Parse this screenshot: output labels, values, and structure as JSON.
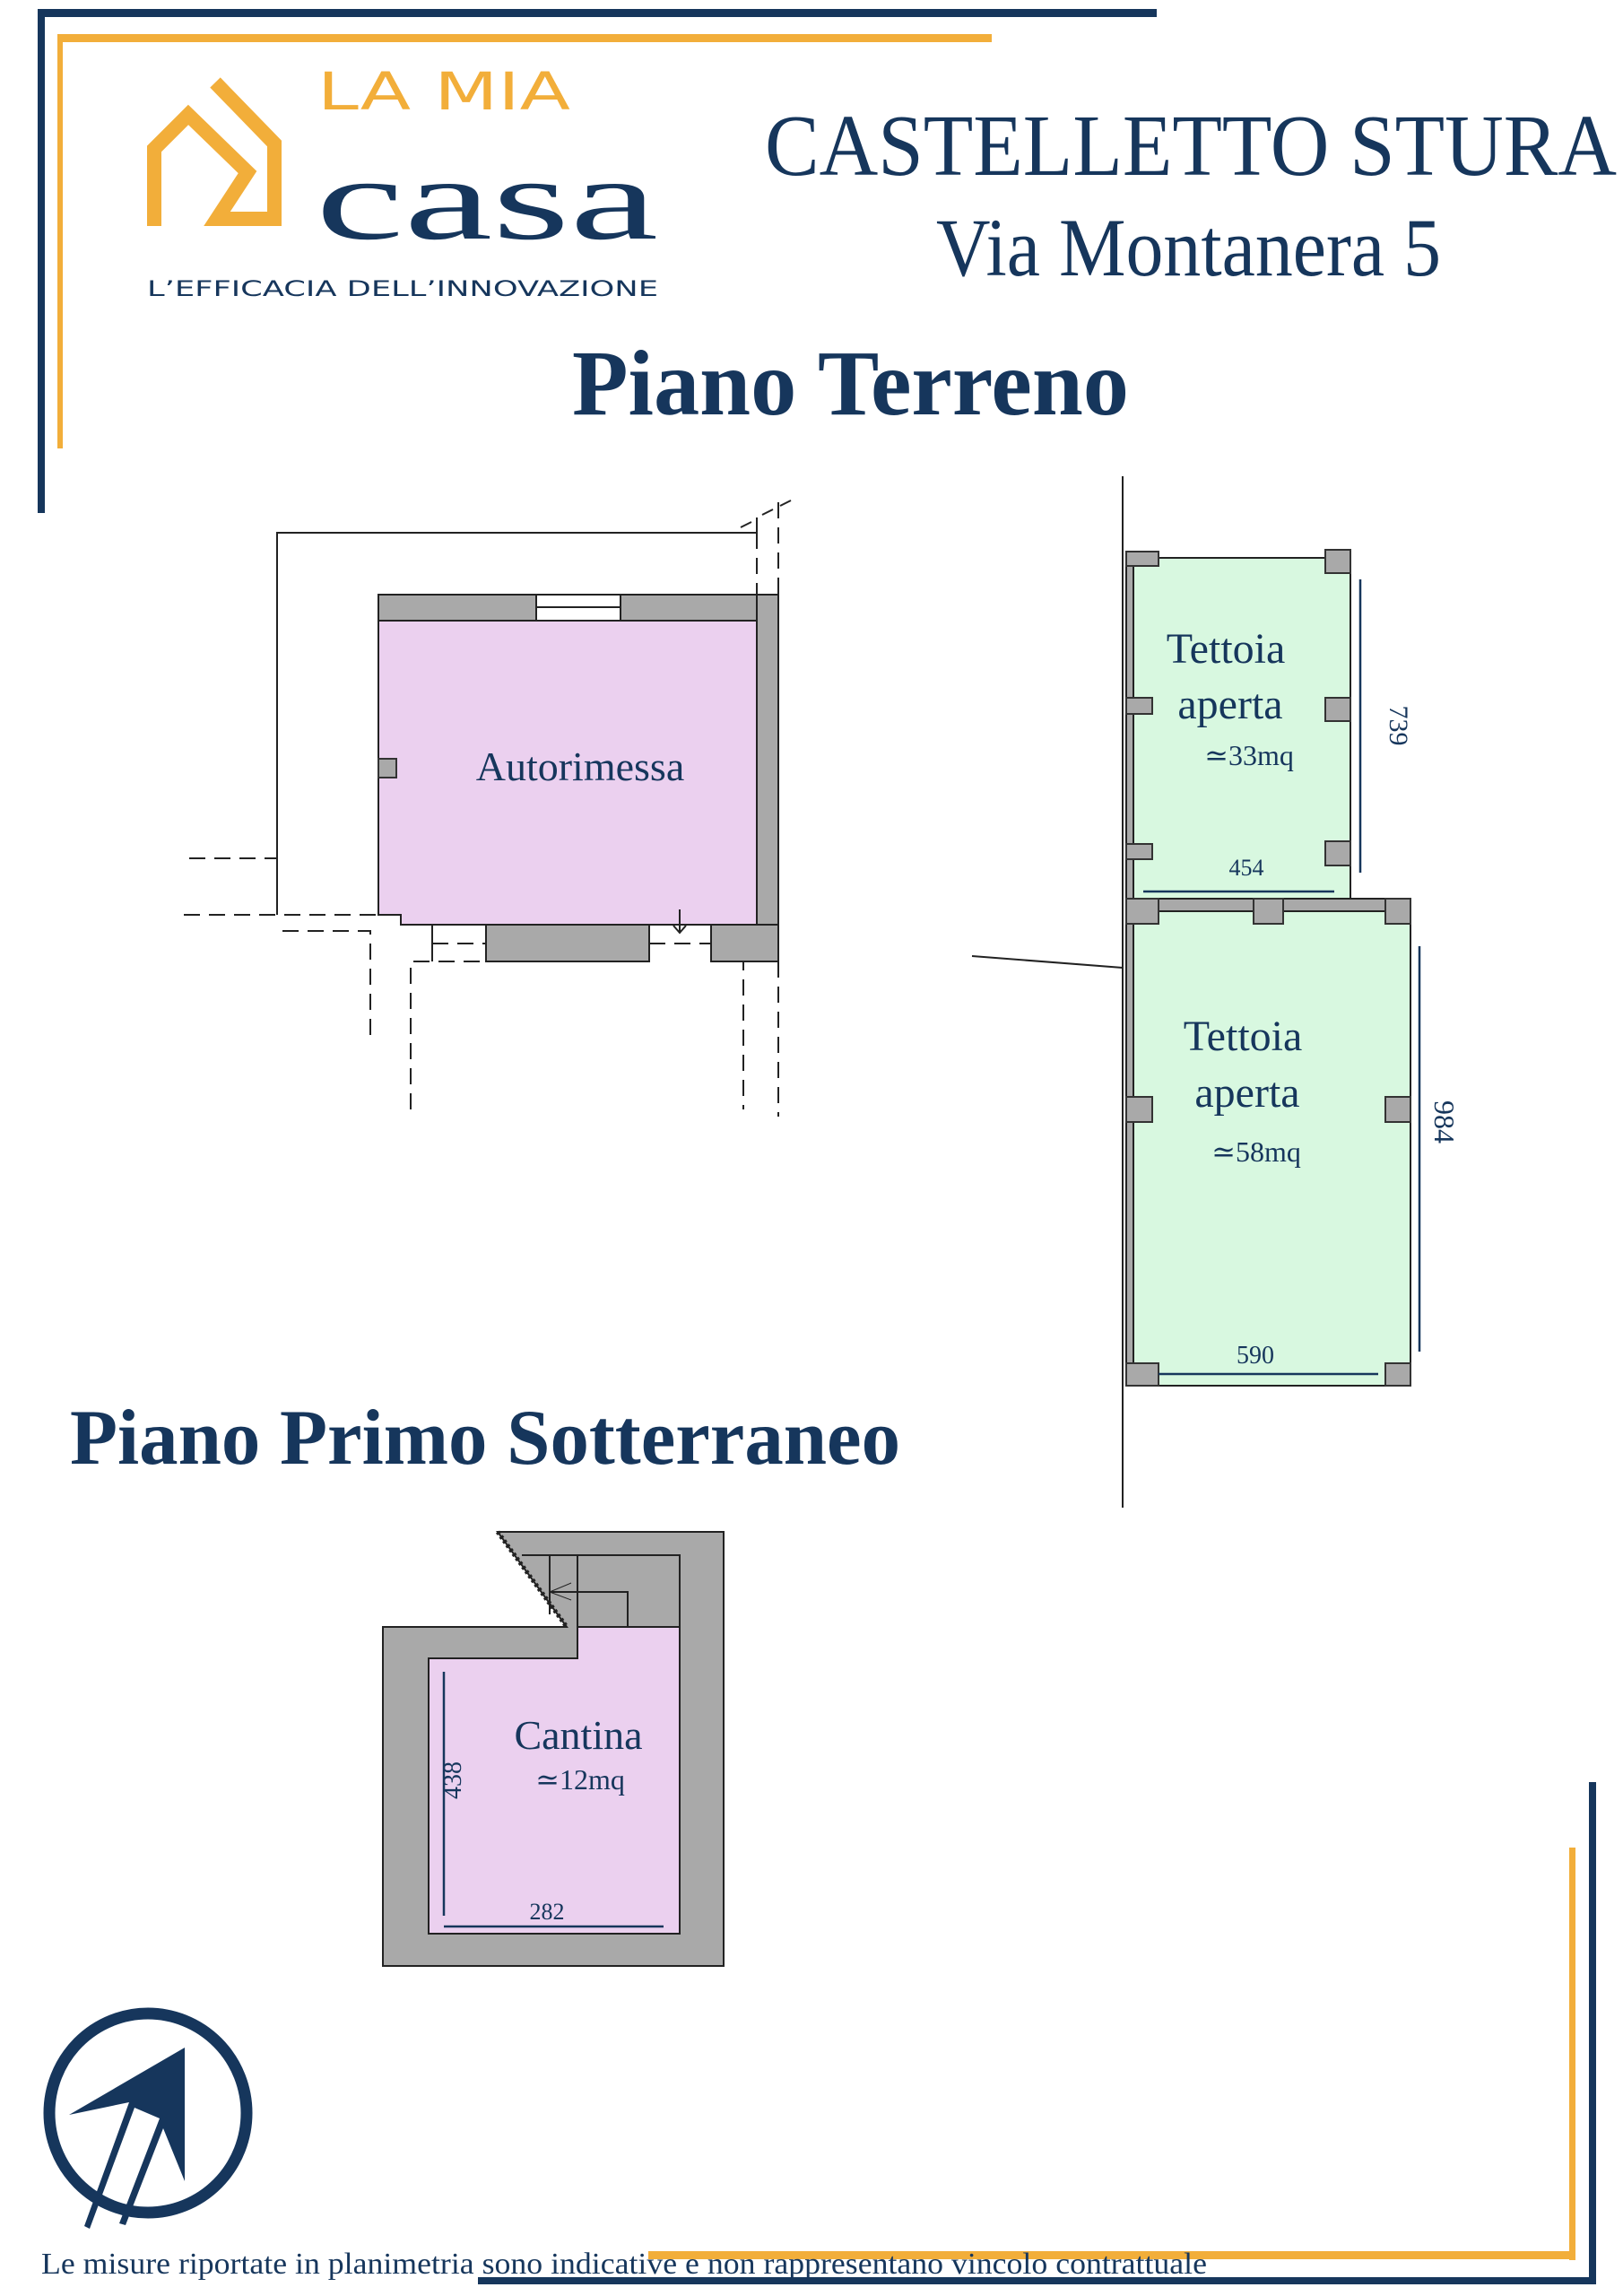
{
  "colors": {
    "navy": "#16365c",
    "orange": "#f2ae3a",
    "wall": "#a9a9a9",
    "room_purple": "#ebd0ef",
    "room_green": "#d8f8e0"
  },
  "logo": {
    "line1": "LA MIA",
    "line2": "casa",
    "tagline": "L’EFFICACIA DELL’INNOVAZIONE"
  },
  "header": {
    "town": "CASTELLETTO STURA",
    "address": "Via Montanera 5"
  },
  "ground_floor": {
    "title": "Piano Terreno",
    "rooms": [
      {
        "name": "Autorimessa"
      },
      {
        "name_line1": "Tettoia",
        "name_line2": "aperta",
        "area": "≃33mq",
        "dim_height": "739",
        "dim_width": "454"
      },
      {
        "name_line1": "Tettoia",
        "name_line2": "aperta",
        "area": "≃58mq",
        "dim_height": "984",
        "dim_width": "590"
      }
    ]
  },
  "basement": {
    "title": "Piano Primo Sotterraneo",
    "rooms": [
      {
        "name": "Cantina",
        "area": "≃12mq",
        "dim_height": "438",
        "dim_width": "282"
      }
    ]
  },
  "footer": {
    "disclaimer": "Le misure riportate in planimetria sono indicative e non rappresentano vincolo contrattuale"
  }
}
